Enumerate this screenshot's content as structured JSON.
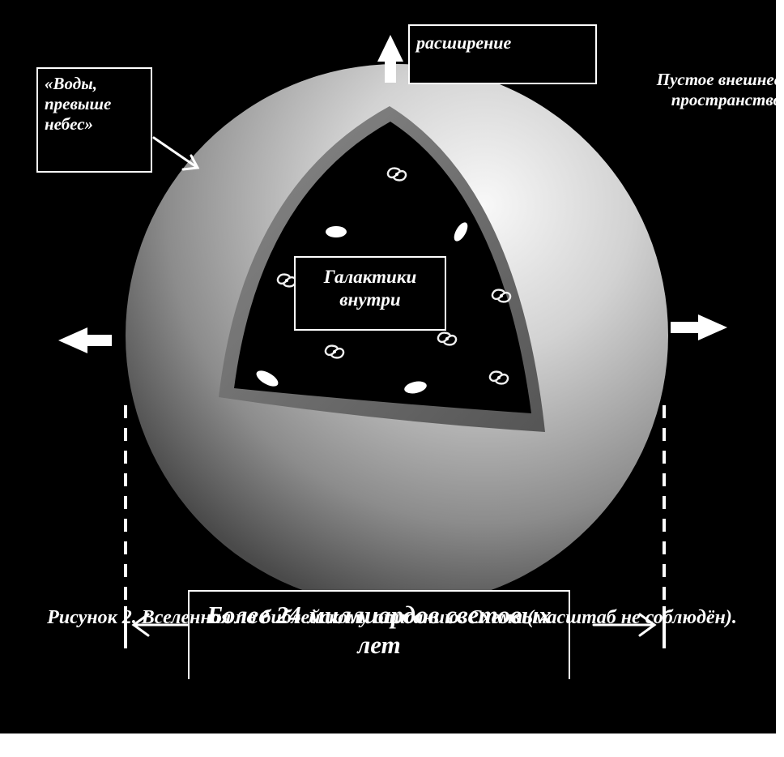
{
  "labels": {
    "waters": "«Воды, превыше небес»",
    "expansion": "расширение",
    "outer_space": "Пустое внешнее пространство",
    "galaxies": "Галактики внутри",
    "scale": "Более 24 миллиардов световых лет"
  },
  "caption": "Рисунок 2. Вселенная по библейскому описанию. Схема (масштаб не соблюдён).",
  "colors": {
    "background": "#000000",
    "sphere_light": "#f4f4f4",
    "sphere_dark": "#4a4a4a",
    "wedge_rim": "#6e6e6e",
    "foreground": "#ffffff"
  },
  "icons": [
    "expansion-arrow-up-icon",
    "expansion-arrow-left-icon",
    "expansion-arrow-right-icon",
    "pointer-arrow-icon",
    "spiral-galaxy-icon",
    "elliptical-galaxy-icon"
  ]
}
